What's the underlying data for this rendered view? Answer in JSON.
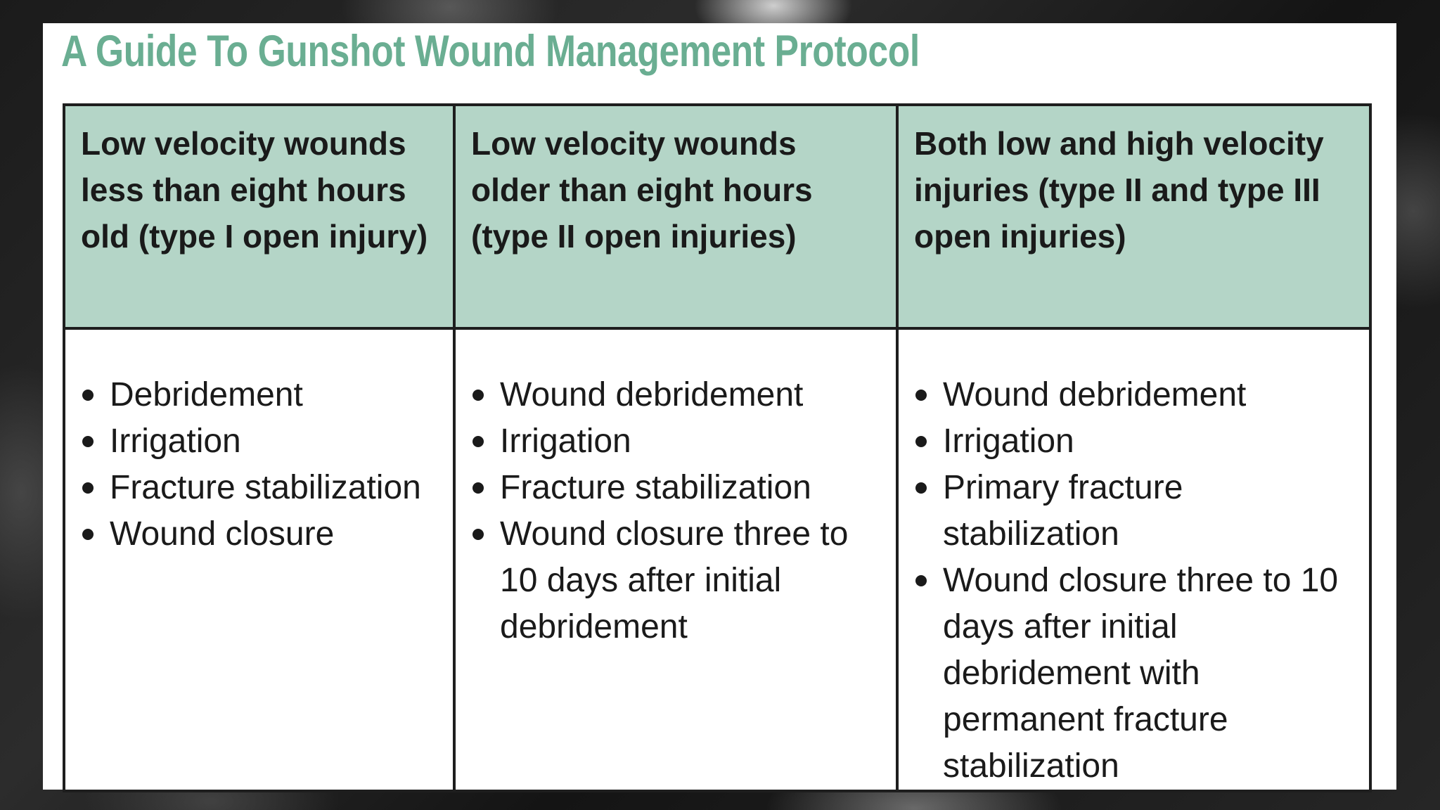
{
  "title": "A Guide To Gunshot Wound Management Protocol",
  "columns": [
    {
      "header": "Low velocity wounds less than eight hours old (type I open injury)",
      "steps": [
        "Debridement",
        "Irrigation",
        "Fracture stabilization",
        "Wound closure"
      ]
    },
    {
      "header": "Low velocity wounds older than eight hours (type II open injuries)",
      "steps": [
        "Wound debridement",
        "Irrigation",
        "Fracture stabilization",
        "Wound closure three to 10 days after initial debridement"
      ]
    },
    {
      "header": "Both low and high velocity injuries (type II and type III open injuries)",
      "steps": [
        "Wound debridement",
        "Irrigation",
        "Primary fracture stabilization",
        "Wound closure three to 10 days after initial debridement with permanent fracture stabilization"
      ]
    }
  ],
  "colors": {
    "title": "#6aae92",
    "header_fill": "#b4d5c7",
    "border": "#1e1e1e",
    "text": "#1a1a1a"
  }
}
